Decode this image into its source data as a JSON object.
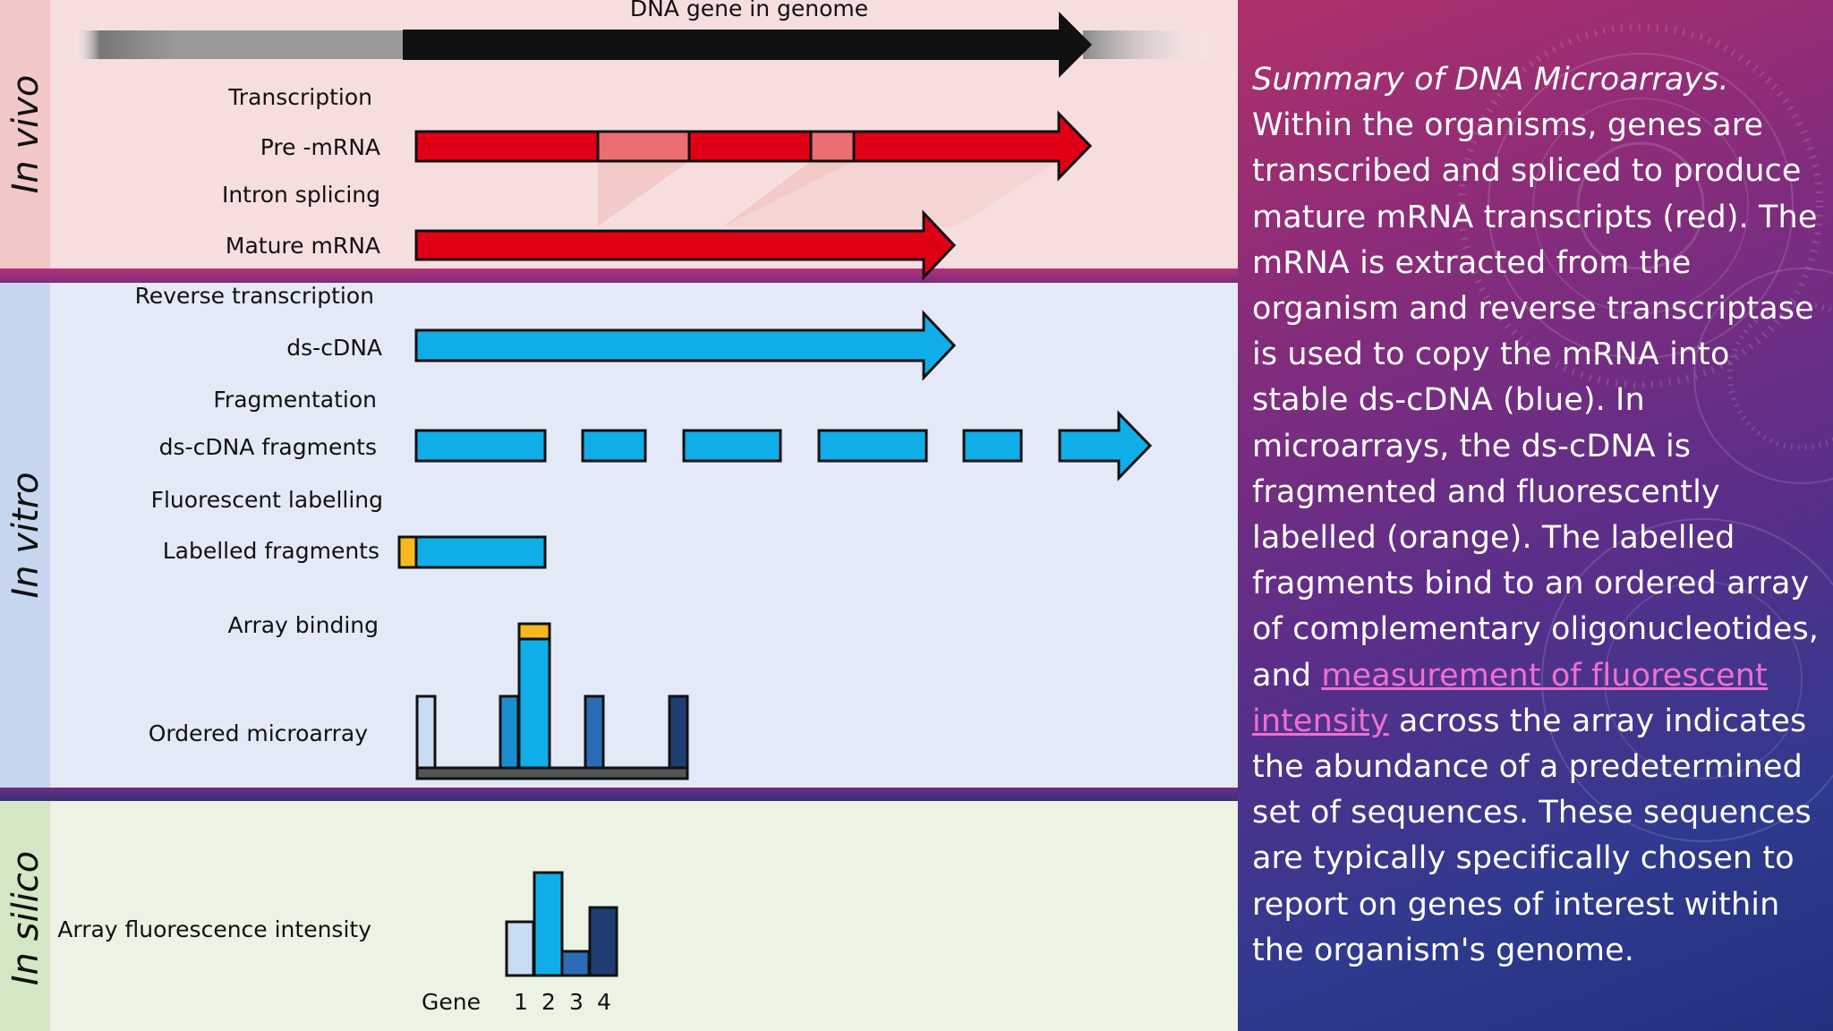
{
  "diagram": {
    "genome_label": "DNA gene in genome",
    "stages": {
      "in_vivo": "In vivo",
      "in_vitro": "In vitro",
      "in_silico": "In silico"
    },
    "steps": {
      "transcription": "Transcription",
      "pre_mrna": "Pre -mRNA",
      "intron_splicing": "Intron splicing",
      "mature_mrna": "Mature mRNA",
      "reverse_transcription": "Reverse transcription",
      "ds_cdna": "ds-cDNA",
      "fragmentation": "Fragmentation",
      "ds_cdna_fragments": "ds-cDNA fragments",
      "fluorescent_labelling": "Fluorescent labelling",
      "labelled_fragments": "Labelled fragments",
      "array_binding": "Array binding",
      "ordered_microarray": "Ordered microarray",
      "array_fluorescence_intensity": "Array fluorescence intensity"
    },
    "gene_axis": {
      "label": "Gene",
      "ticks": [
        "1",
        "2",
        "3",
        "4"
      ]
    },
    "colors": {
      "in_vivo_bg": "#f7dede",
      "in_vitro_bg": "#e3e9f6",
      "in_silico_bg": "#ecf3e5",
      "mrna_red": "#e00016",
      "intron_pink": "#ec6d72",
      "cdna_blue": "#10aee8",
      "label_orange": "#f6b81d"
    }
  },
  "summary": {
    "lead": "Summary of DNA Microarrays.",
    "text_before_link": " Within the organisms, genes are transcribed and spliced to produce mature mRNA transcripts (red). The mRNA is extracted from the organism and reverse transcriptase is used to copy the mRNA into stable ds-cDNA (blue). In microarrays, the ds-cDNA is fragmented and fluorescently labelled (orange). The labelled fragments bind to an ordered array of complementary oligonucleotides, and ",
    "link_text": "measurement of fluorescent intensity",
    "text_after_link": " across the array indicates the abundance of a predetermined set of sequences. These sequences are typically specifically chosen to report on genes of interest within the organism's genome."
  }
}
